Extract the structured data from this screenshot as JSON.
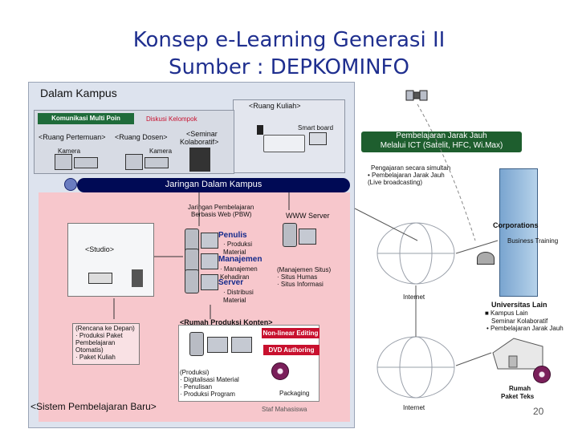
{
  "title_line1": "Konsep e-Learning Generasi II",
  "title_line2": "Sumber : DEPKOMINFO",
  "kampus": {
    "label": "Dalam Kampus",
    "komunikasi": "Komunikasi Multi Poin",
    "diskusi": "Diskusi Kelompok",
    "ruang_kuliah": "<Ruang Kuliah>",
    "smart_board": "Smart board",
    "ruang_pertemuan": "<Ruang Pertemuan>",
    "ruang_dosen": "<Ruang Dosen>",
    "seminar_line1": "<Seminar",
    "seminar_line2": "Kolaboratif>",
    "kamera1": "Kamera",
    "kamera2": "Kamera",
    "jaringan": "Jaringan Dalam Kampus"
  },
  "pbw": {
    "line1": "Jaringan Pembelajaran",
    "line2": "Berbasis Web (PBW)",
    "www": "WWW Server",
    "studio": "<Studio>",
    "penulis": "Penulis",
    "produksi1": "· Produksi",
    "produksi2": "  Material",
    "manajemen": "Manajemen",
    "man1": "· Manajemen",
    "man2": "  Kehadiran",
    "server": "Server",
    "dist1": "· Distribusi",
    "dist2": "  Material",
    "manajemen_situs": "(Manajemen Situs)",
    "situs_humas": "· Situs Humas",
    "situs_info": "· Situs Informasi"
  },
  "produksi": {
    "rumah": "<Rumah Produksi Konten>",
    "rencana1": "(Rencana ke Depan)",
    "rencana2": "· Produksi Paket",
    "rencana3": "  Pembelajaran",
    "rencana4": "  Otomatis)",
    "rencana5": "· Paket Kuliah",
    "nonlinear": "Non-linear Editing",
    "dvd": "DVD Authoring",
    "p1": "(Produksi)",
    "p2": "· Digitalisasi Material",
    "p3": "· Penulisan",
    "p4": "· Produksi Program",
    "packaging": "Packaging",
    "sistem": "<Sistem Pembelajaran Baru>",
    "staf": "Staf Mahasiswa"
  },
  "jarak_jauh": {
    "line1": "Pembelajaran Jarak Jauh",
    "line2": "Melalui ICT (Satelit, HFC, Wi.Max)",
    "info1": "Pengajaran secara simultan",
    "info2": "• Pembelajaran Jarak Jauh",
    "info3": "  (Live broadcasting)",
    "corporations": "Corporations",
    "business": "Business Training",
    "internet1": "Internet",
    "univ1": "Universitas Lain",
    "univ2": "■ Kampus Lain",
    "univ3": "  Seminar Kolaboratif",
    "univ4": "• Pembelajaran Jarak Jauh",
    "rumah1": "Rumah",
    "rumah2": "Paket Teks",
    "internet2": "Internet"
  },
  "page_number": "20"
}
